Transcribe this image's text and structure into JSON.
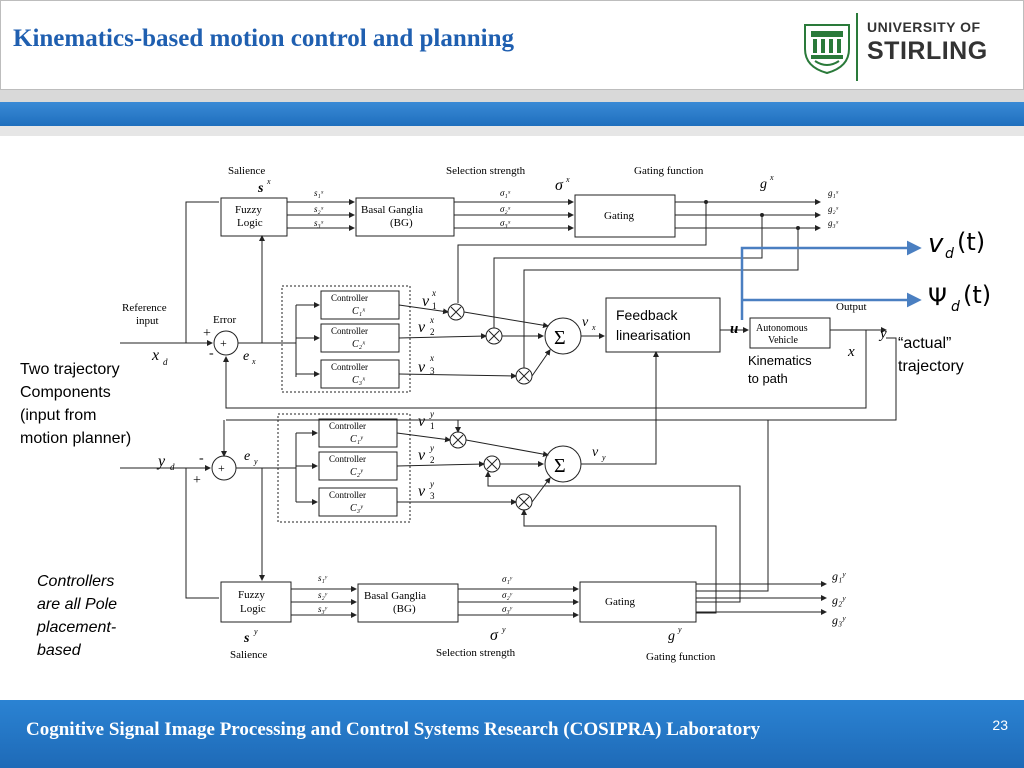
{
  "title": "Kinematics-based motion control and planning",
  "logo": {
    "line1": "UNIVERSITY OF",
    "line2": "STIRLING"
  },
  "footer": {
    "text": "Cognitive Signal Image Processing and Control Systems Research (COSIPRA) Laboratory",
    "page": "23"
  },
  "side_notes": {
    "two_traj": [
      "Two trajectory",
      "Components",
      "(input from",
      "motion planner)"
    ],
    "controllers": [
      "Controllers",
      "are all Pole",
      "placement-",
      "based"
    ],
    "actual": [
      "“actual”",
      "trajectory"
    ],
    "kinematics": [
      "Kinematics",
      "to path"
    ]
  },
  "diagram": {
    "salience_label": "Salience",
    "selection_strength_label": "Selection strength",
    "gating_function_label": "Gating function",
    "fuzzy_logic": [
      "Fuzzy",
      "Logic"
    ],
    "basal_ganglia": [
      "Basal Ganglia",
      "(BG)"
    ],
    "gating": "Gating",
    "reference_input": [
      "Reference",
      "input"
    ],
    "error": "Error",
    "controller": "Controller",
    "feedback": [
      "Feedback",
      "linearisation"
    ],
    "autonomous_vehicle": [
      "Autonomous",
      "Vehicle"
    ],
    "output": "Output",
    "sigma": "Σ",
    "vd": "v",
    "vd_sub": "d",
    "vd_arg": "(t)",
    "psi": "Ψ",
    "psi_sub": "d",
    "psi_arg": "(t)",
    "u": "u",
    "x": "x",
    "y": "y"
  },
  "colors": {
    "title": "#1f5fb0",
    "arrow": "#4a7fc1",
    "footer": "#1e6ab7"
  }
}
